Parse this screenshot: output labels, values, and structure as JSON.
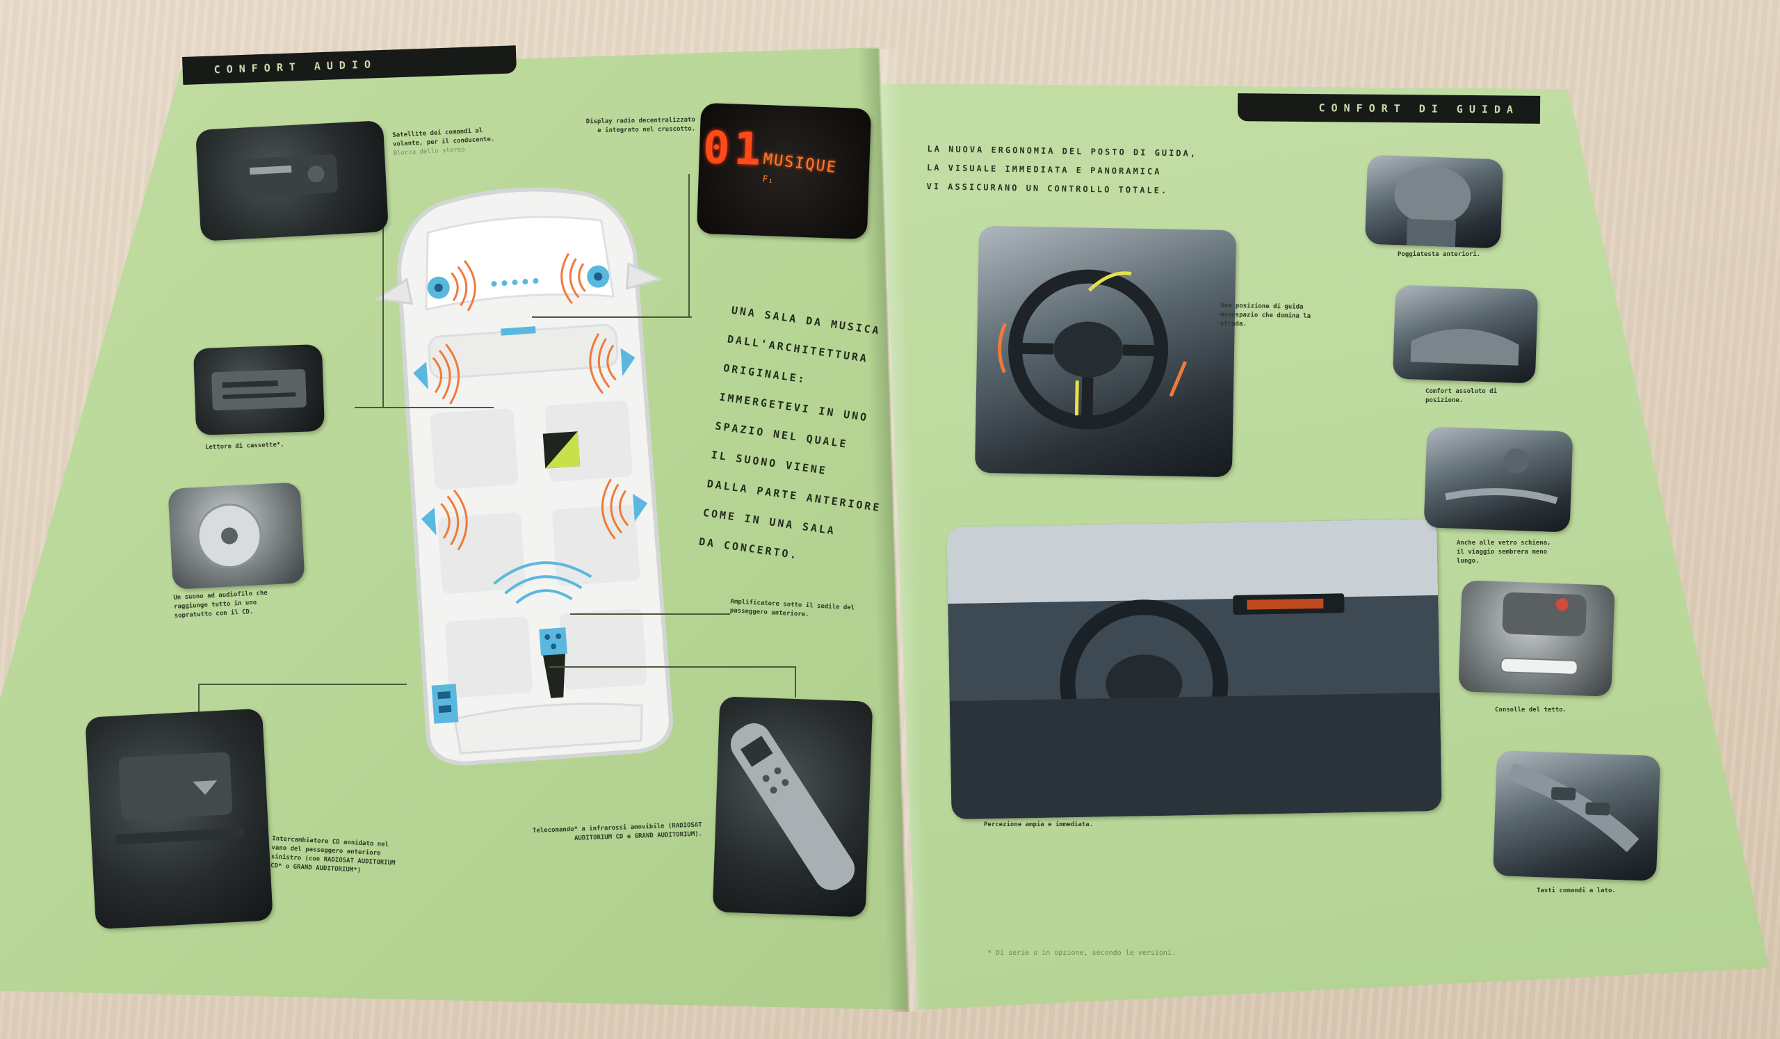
{
  "left_page": {
    "header": "CONFORT AUDIO",
    "headline": [
      "UNA SALA DA MUSICA",
      "DALL'ARCHITETTURA",
      "ORIGINALE:",
      "IMMERGETEVI IN UNO",
      "SPAZIO NEL QUALE",
      "IL SUONO VIENE",
      "DALLA PARTE ANTERIORE",
      "COME IN UNA SALA",
      "DA CONCERTO."
    ],
    "display": {
      "digits": "01",
      "station": "MUSIQUE",
      "sub": "F₁"
    },
    "captions": {
      "satellite_title": "Satellite dei comandi al volante, per il conducente.",
      "satellite_body": "Blocca dello stereo",
      "display_title": "Display radio decentralizzato e integrato nel cruscotto.",
      "cassette_title": "Lettore di cassette*.",
      "cd_title": "Un suono ad audiofilo che raggiunge tutto in uno sopratutto con il CD.",
      "amplifier_title": "Amplificatore sotto il sedile del passeggero anteriore.",
      "cd_changer_title": "Intercambiatore CD annidato nel vano del passeggero anteriore sinistro (con RADIOSAT AUDITORIUM CD* o GRAND AUDITORIUM*)",
      "remote_title": "Telecomando* a infrarossi amovibile (RADIOSAT AUDITORIUM CD e GRAND AUDITORIUM)."
    }
  },
  "right_page": {
    "header": "CONFORT DI GUIDA",
    "headline": [
      "LA NUOVA ERGONOMIA DEL POSTO DI GUIDA,",
      "LA VISUALE IMMEDIATA E PANORAMICA",
      "VI ASSICURANO UN CONTROLLO TOTALE."
    ],
    "captions": {
      "steering_title": "Una posizione di guida monospazio che domina la strada.",
      "headrest_title": "Poggiatesta anteriori.",
      "armrest_title": "Comfort assoluto di posizione.",
      "window_title": "Anche alle vetro schiena, il viaggio sembrera meno lungo.",
      "console_title": "Consolle del tetto.",
      "switches_title": "Tasti comandi a lato.",
      "dashboard_title": "Percezione ampia e immediata."
    },
    "footnote": "* Di serie o in opzione, secondo le versioni."
  }
}
